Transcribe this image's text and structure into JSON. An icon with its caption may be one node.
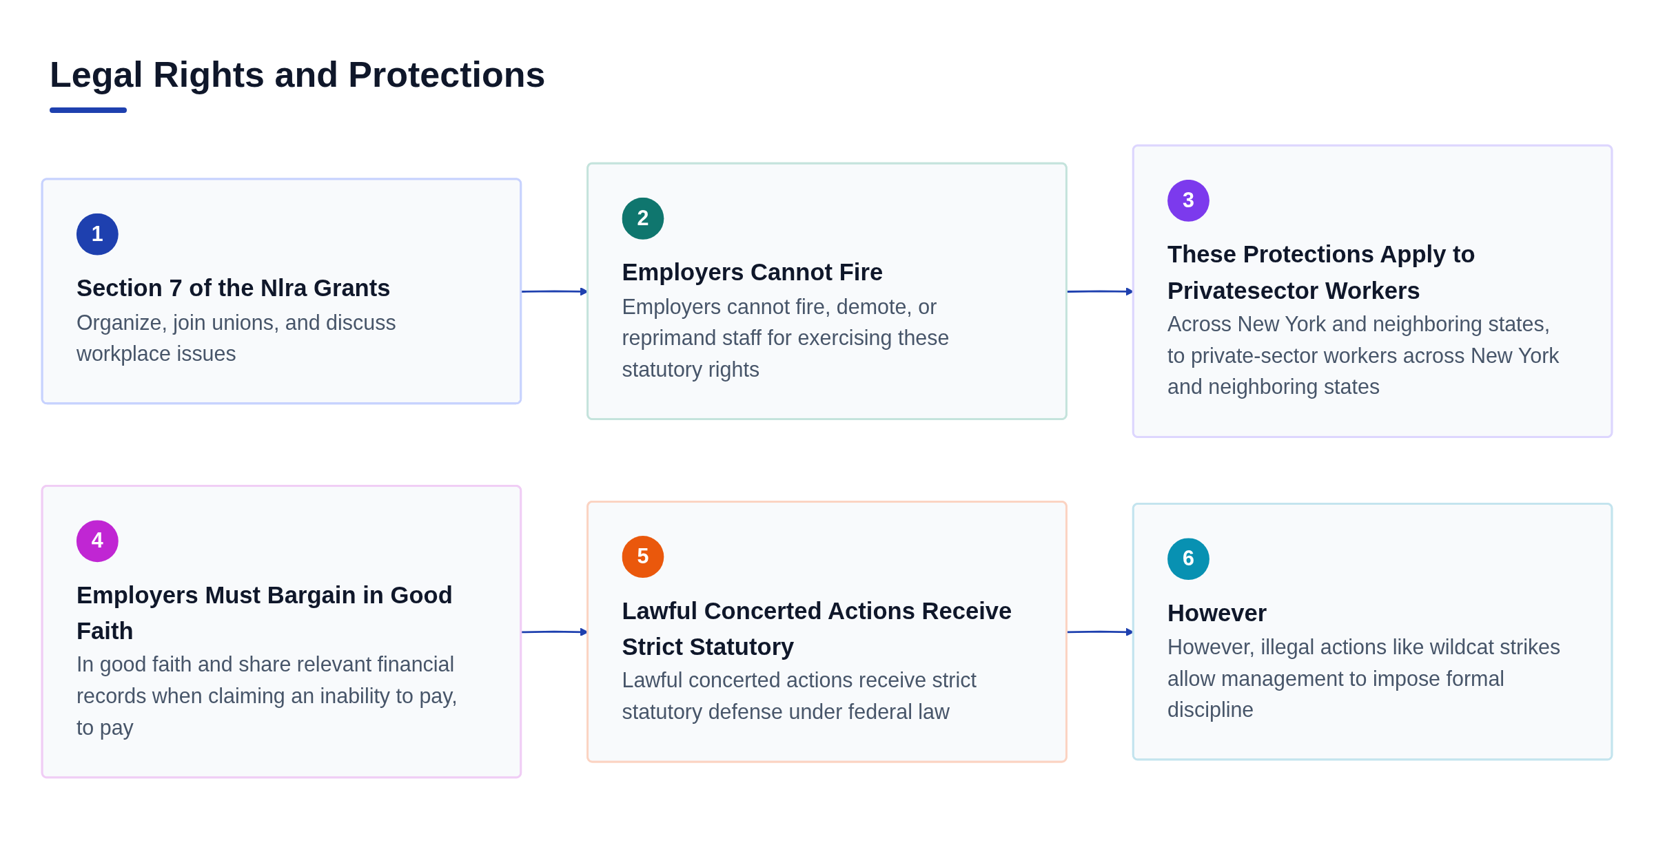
{
  "diagram": {
    "title": "Legal Rights and Protections",
    "nodes": [
      {
        "text": [
          "1",
          "Section 7 of the Nlra Grants",
          "Organize, join unions, and discuss workplace issues"
        ]
      },
      {
        "text": [
          "2",
          "Employers Cannot Fire",
          "Employers cannot fire, demote, or reprimand staff for exercising these statutory rights"
        ]
      },
      {
        "text": [
          "3",
          "These Protections Apply to Privatesector Workers",
          "Across New York and neighboring states, to private-sector workers across New York and neighboring states"
        ]
      },
      {
        "text": [
          "4",
          "Employers Must Bargain in Good Faith",
          "In good faith and share relevant financial records when claiming an inability to pay, to pay"
        ]
      },
      {
        "text": [
          "5",
          "Lawful Concerted Actions Receive Strict Statutory",
          "Lawful concerted actions receive strict statutory defense under federal law"
        ]
      },
      {
        "text": [
          "6",
          "However",
          "However, illegal actions like wildcat strikes allow management to impose formal discipline"
        ]
      }
    ],
    "edges": [
      {
        "from": 0,
        "to": 1,
        "arrow": "to"
      },
      {
        "from": 1,
        "to": 2,
        "arrow": "to"
      },
      {
        "from": 3,
        "to": 4,
        "arrow": "to"
      },
      {
        "from": 4,
        "to": 5,
        "arrow": "to"
      }
    ]
  }
}
